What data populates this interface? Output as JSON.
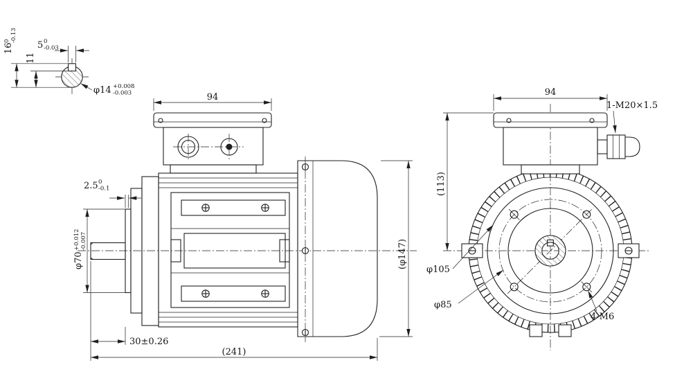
{
  "sheet": {
    "background": "#ffffff",
    "ink": "#1f1f1f"
  },
  "shaft_detail": {
    "total_height": {
      "v": "16",
      "up": "0",
      "lo": "-0.13"
    },
    "keyway_to_bottom": {
      "v": "11"
    },
    "key_width": {
      "v": "5",
      "up": "0",
      "lo": "-0.03"
    },
    "shaft_dia": {
      "v": "φ14",
      "up": "+0.008",
      "lo": "-0.003"
    }
  },
  "side_view": {
    "box_width": "94",
    "spigot_step": {
      "v": "2.5",
      "up": "0",
      "lo": "-0.1"
    },
    "spigot_dia": {
      "v": "φ70",
      "up": "+0.012",
      "lo": "-0.007"
    },
    "shaft_length": "30±0.26",
    "overall_length": "(241)",
    "cowl_dia": "(φ147)"
  },
  "front_view": {
    "box_width": "94",
    "cable_gland": "1-M20×1.5",
    "center_to_box_top": "(113)",
    "flange_dia": "φ105",
    "bolt_circle": "φ85",
    "mount_holes": "4-M6"
  }
}
